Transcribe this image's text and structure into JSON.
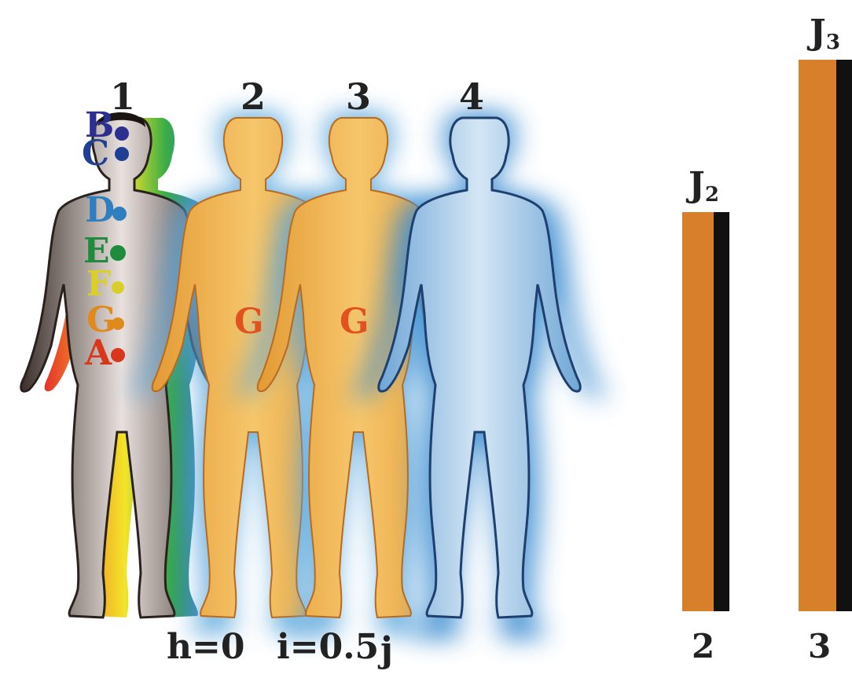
{
  "figure_numbers": [
    "1",
    "2",
    "3",
    "4"
  ],
  "chakra_letters": [
    {
      "letter": "B",
      "color": "#2b2f8f"
    },
    {
      "letter": "C",
      "color": "#1f3f95"
    },
    {
      "letter": "D",
      "color": "#2f7fc0"
    },
    {
      "letter": "E",
      "color": "#1e8c3c"
    },
    {
      "letter": "F",
      "color": "#d9cf2a"
    },
    {
      "letter": "G",
      "color": "#e08a1e"
    },
    {
      "letter": "A",
      "color": "#d8371c"
    }
  ],
  "g_labels": [
    "G",
    "G"
  ],
  "params": {
    "h": "h=0",
    "i": "i=0.5",
    "j": "j"
  },
  "bars": [
    {
      "title": "J",
      "sub": "2",
      "label": "2",
      "level": 0.66
    },
    {
      "title": "J",
      "sub": "3",
      "label": "3",
      "level": 0.92
    }
  ],
  "colors": {
    "aura_blue": "#5aa6dc",
    "orange_body": "#e8a338",
    "blue_body": "#a9cbe8",
    "bar_orange": "#d87f2c",
    "bar_black": "#111111"
  }
}
